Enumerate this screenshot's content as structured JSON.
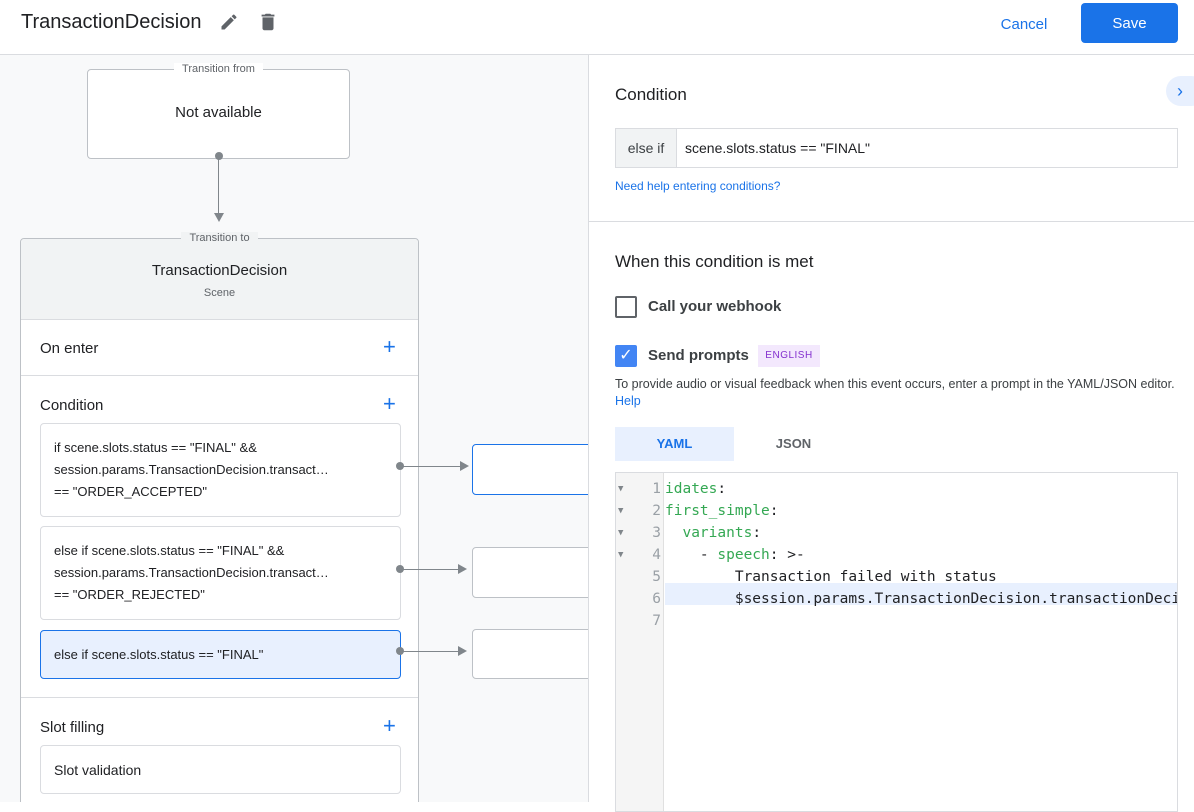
{
  "header": {
    "title": "TransactionDecision",
    "edit_icon": "pencil-icon",
    "delete_icon": "trash-icon",
    "cancel_label": "Cancel",
    "save_label": "Save"
  },
  "canvas": {
    "transition_from": {
      "legend": "Transition from",
      "value": "Not available"
    },
    "transition_to": {
      "legend": "Transition to",
      "scene_name": "TransactionDecision",
      "scene_type": "Scene"
    },
    "on_enter": {
      "label": "On enter"
    },
    "condition": {
      "label": "Condition",
      "items": [
        {
          "lines": [
            "if scene.slots.status == \"FINAL\" &&",
            "session.params.TransactionDecision.transact…",
            "== \"ORDER_ACCEPTED\""
          ]
        },
        {
          "lines": [
            "else if scene.slots.status == \"FINAL\" &&",
            "session.params.TransactionDecision.transact…",
            "== \"ORDER_REJECTED\""
          ]
        },
        {
          "lines": [
            "else if scene.slots.status == \"FINAL\""
          ],
          "selected": true
        }
      ]
    },
    "slot_filling": {
      "label": "Slot filling",
      "validation": "Slot validation"
    }
  },
  "panel": {
    "condition_title": "Condition",
    "condition_prefix": "else if",
    "condition_value": "scene.slots.status == \"FINAL\"",
    "help_link": "Need help entering conditions?",
    "when_title": "When this condition is met",
    "webhook": {
      "label": "Call your webhook",
      "checked": false
    },
    "prompts": {
      "label": "Send prompts",
      "checked": true,
      "badge": "ENGLISH"
    },
    "description": "To provide audio or visual feedback when this event occurs, enter a prompt in the YAML/JSON editor.",
    "description_link": "Help",
    "tabs": [
      {
        "label": "YAML",
        "active": true
      },
      {
        "label": "JSON",
        "active": false
      }
    ],
    "code": [
      {
        "n": "1",
        "indent": "",
        "key": "idates",
        "rest": ":"
      },
      {
        "n": "2",
        "indent": "",
        "key": "first_simple",
        "rest": ":"
      },
      {
        "n": "3",
        "indent": "  ",
        "key": "variants",
        "rest": ":"
      },
      {
        "n": "4",
        "indent": "    - ",
        "key": "speech",
        "rest": ": >-"
      },
      {
        "n": "5",
        "indent": "        ",
        "key": "",
        "rest": "Transaction failed with status"
      },
      {
        "n": "6",
        "indent": "        ",
        "key": "",
        "rest": "$session.params.TransactionDecision.transactionDecision"
      },
      {
        "n": "7",
        "indent": "",
        "key": "",
        "rest": ""
      }
    ]
  },
  "colors": {
    "accent": "#1a73e8",
    "selected_bg": "#e8f0fe",
    "badge_bg": "#f3e8fd",
    "badge_text": "#8430ce",
    "code_key": "#34a853"
  }
}
